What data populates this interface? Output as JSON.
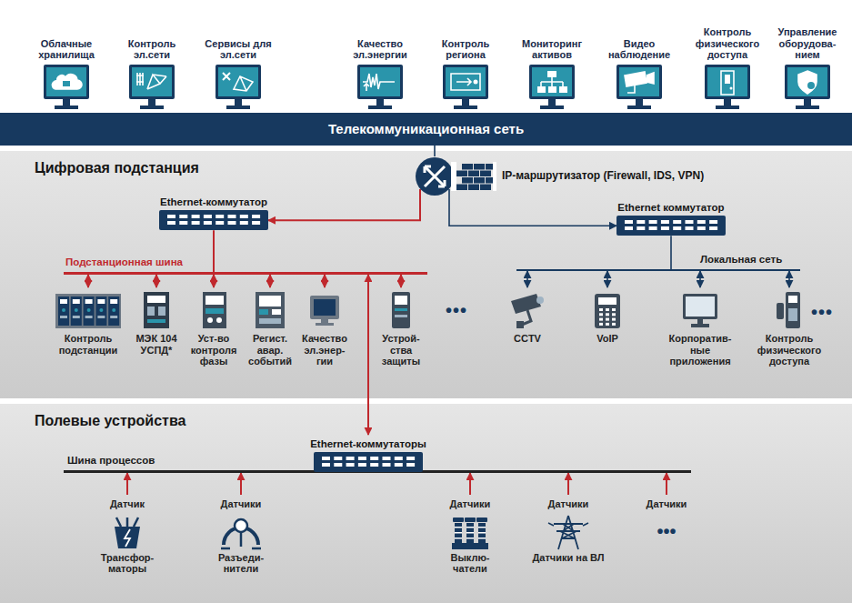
{
  "diagram": {
    "nodes": [
      {
        "text": [
          "Облачные хранилища"
        ]
      },
      {
        "text": [
          "Контроль эл.сети"
        ]
      },
      {
        "text": [
          "Сервисы для эл.сети"
        ]
      },
      {
        "text": [
          "Качество эл.энергии"
        ]
      },
      {
        "text": [
          "Контроль региона"
        ]
      },
      {
        "text": [
          "Мониторинг активов"
        ]
      },
      {
        "text": [
          "Видео наблюдение"
        ]
      },
      {
        "text": [
          "Контроль физического доступа"
        ]
      },
      {
        "text": [
          "Управление оборудова- нием"
        ]
      },
      {
        "text": [
          "Телекоммуникационная сеть"
        ]
      },
      {
        "text": [
          "Цифровая подстанция"
        ]
      },
      {
        "text": [
          "Ethernet-коммутатор"
        ],
        "in": 10
      },
      {
        "text": [
          "IP-маршрутизатор (Firewall, IDS, VPN)"
        ],
        "in": 10
      },
      {
        "text": [
          "Ethernet коммутатор"
        ],
        "in": 10
      },
      {
        "text": [
          "Подстанционная шина"
        ],
        "in": 10
      },
      {
        "text": [
          "Локальная сеть"
        ],
        "in": 10
      },
      {
        "text": [
          "Контроль подстанции"
        ],
        "in": 10
      },
      {
        "text": [
          "МЭК 104 УСПД*"
        ],
        "in": 10
      },
      {
        "text": [
          "Уст-во контроля фазы"
        ],
        "in": 10
      },
      {
        "text": [
          "Регист. авар. событий"
        ],
        "in": 10
      },
      {
        "text": [
          "Качество эл.энер- гии"
        ],
        "in": 10
      },
      {
        "text": [
          "Устрой- ства защиты"
        ],
        "in": 10
      },
      {
        "text": [
          "CCTV"
        ],
        "in": 10
      },
      {
        "text": [
          "VoIP"
        ],
        "in": 10
      },
      {
        "text": [
          "Корпоратив- ные приложения"
        ],
        "in": 10
      },
      {
        "text": [
          "Контроль физического доступа"
        ],
        "in": 10
      },
      {
        "text": [
          "Полевые устройства"
        ]
      },
      {
        "text": [
          "Шина процессов"
        ],
        "in": 26
      },
      {
        "text": [
          "Ethernet-коммутаторы"
        ],
        "in": 26
      },
      {
        "text": [
          "Датчик",
          "Трансфор- маторы"
        ],
        "in": 26
      },
      {
        "text": [
          "Датчики",
          "Разъеди- нители"
        ],
        "in": 26
      },
      {
        "text": [
          "Датчики",
          "Выклю- чатели"
        ],
        "in": 26
      },
      {
        "text": [
          "Датчики",
          "Датчики на ВЛ"
        ],
        "in": 26
      },
      {
        "text": [
          "Датчики",
          "•••"
        ],
        "in": 26
      }
    ],
    "edges": [
      {
        "from": 12,
        "to": 9,
        "arrow": "none"
      },
      {
        "from": 12,
        "to": 11,
        "arrow": "to"
      },
      {
        "from": 12,
        "to": 13,
        "arrow": "to"
      },
      {
        "from": 11,
        "to": 14,
        "arrow": "none"
      },
      {
        "from": 13,
        "to": 15,
        "arrow": "none"
      },
      {
        "from": 14,
        "to": 16,
        "arrow": "both"
      },
      {
        "from": 14,
        "to": 17,
        "arrow": "both"
      },
      {
        "from": 14,
        "to": 18,
        "arrow": "both"
      },
      {
        "from": 14,
        "to": 19,
        "arrow": "both"
      },
      {
        "from": 14,
        "to": 20,
        "arrow": "both"
      },
      {
        "from": 14,
        "to": 21,
        "arrow": "both"
      },
      {
        "from": 15,
        "to": 22,
        "arrow": "both"
      },
      {
        "from": 15,
        "to": 23,
        "arrow": "both"
      },
      {
        "from": 15,
        "to": 24,
        "arrow": "both"
      },
      {
        "from": 15,
        "to": 25,
        "arrow": "both"
      },
      {
        "from": 14,
        "to": 28,
        "arrow": "both"
      },
      {
        "from": 29,
        "to": 27,
        "arrow": "to"
      },
      {
        "from": 30,
        "to": 27,
        "arrow": "to"
      },
      {
        "from": 31,
        "to": 27,
        "arrow": "to"
      },
      {
        "from": 32,
        "to": 27,
        "arrow": "to"
      },
      {
        "from": 33,
        "to": 27,
        "arrow": "to"
      }
    ],
    "labels": [
      "•••",
      "•••"
    ]
  }
}
